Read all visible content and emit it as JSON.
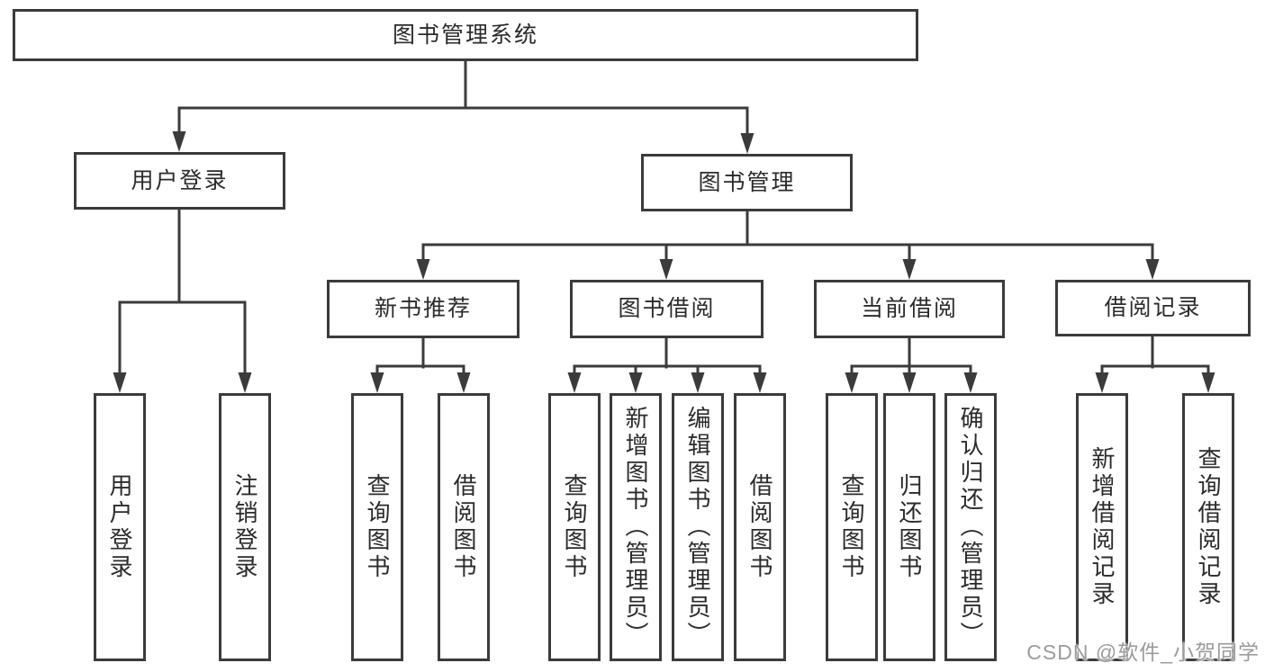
{
  "diagram": {
    "root": "图书管理系统",
    "level2": [
      {
        "label": "用户登录"
      },
      {
        "label": "图书管理"
      }
    ],
    "level3": [
      {
        "label": "新书推荐",
        "parent": "图书管理"
      },
      {
        "label": "图书借阅",
        "parent": "图书管理"
      },
      {
        "label": "当前借阅",
        "parent": "图书管理"
      },
      {
        "label": "借阅记录",
        "parent": "图书管理"
      }
    ],
    "leaves": {
      "user_login": [
        "用户登录",
        "注销登录"
      ],
      "new_book_recommend": [
        "查询图书",
        "借阅图书"
      ],
      "book_borrow": [
        "查询图书",
        "新增图书（管理员）",
        "编辑图书（管理员）",
        "借阅图书"
      ],
      "current_borrow": [
        "查询图书",
        "归还图书",
        "确认归还（管理员）"
      ],
      "borrow_records": [
        "新增借阅记录",
        "查询借阅记录"
      ]
    }
  },
  "watermark": "CSDN @软件_小贺同学",
  "colors": {
    "line": "#3b3b3b",
    "text": "#2b2b2b",
    "watermark": "#9b9b9b",
    "background": "#ffffff"
  }
}
